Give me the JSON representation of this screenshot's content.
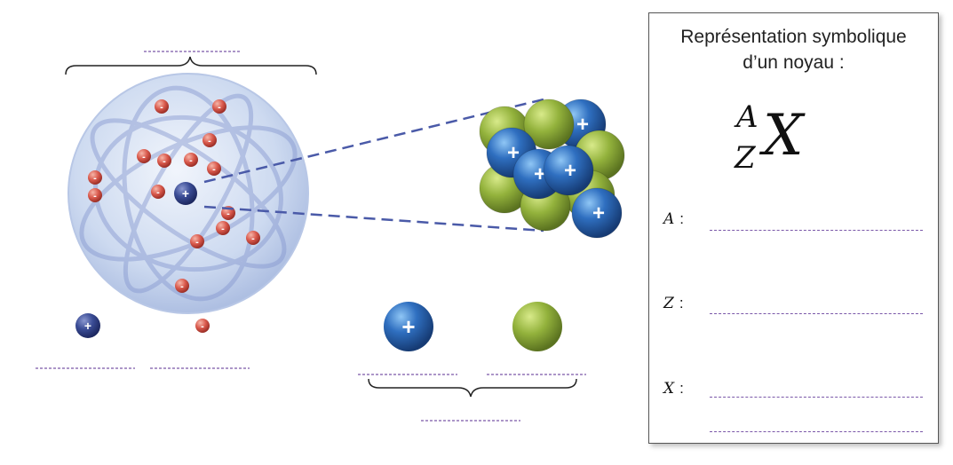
{
  "card": {
    "title_line1": "Représentation symbolique",
    "title_line2": "d’un noyau :",
    "notation": {
      "mass_number": "A",
      "atomic_number": "Z",
      "symbol": "X"
    },
    "fields": [
      {
        "label": "A",
        "colon": ":"
      },
      {
        "label": "Z",
        "colon": ":"
      },
      {
        "label": "X",
        "colon": ":"
      }
    ]
  },
  "particles": {
    "proton_sign": "+",
    "electron_sign": "-"
  },
  "colors": {
    "proton": "#2f6fc0",
    "neutron": "#93b23c",
    "electron": "#d9594c",
    "answer_line": "#7a57a8"
  }
}
